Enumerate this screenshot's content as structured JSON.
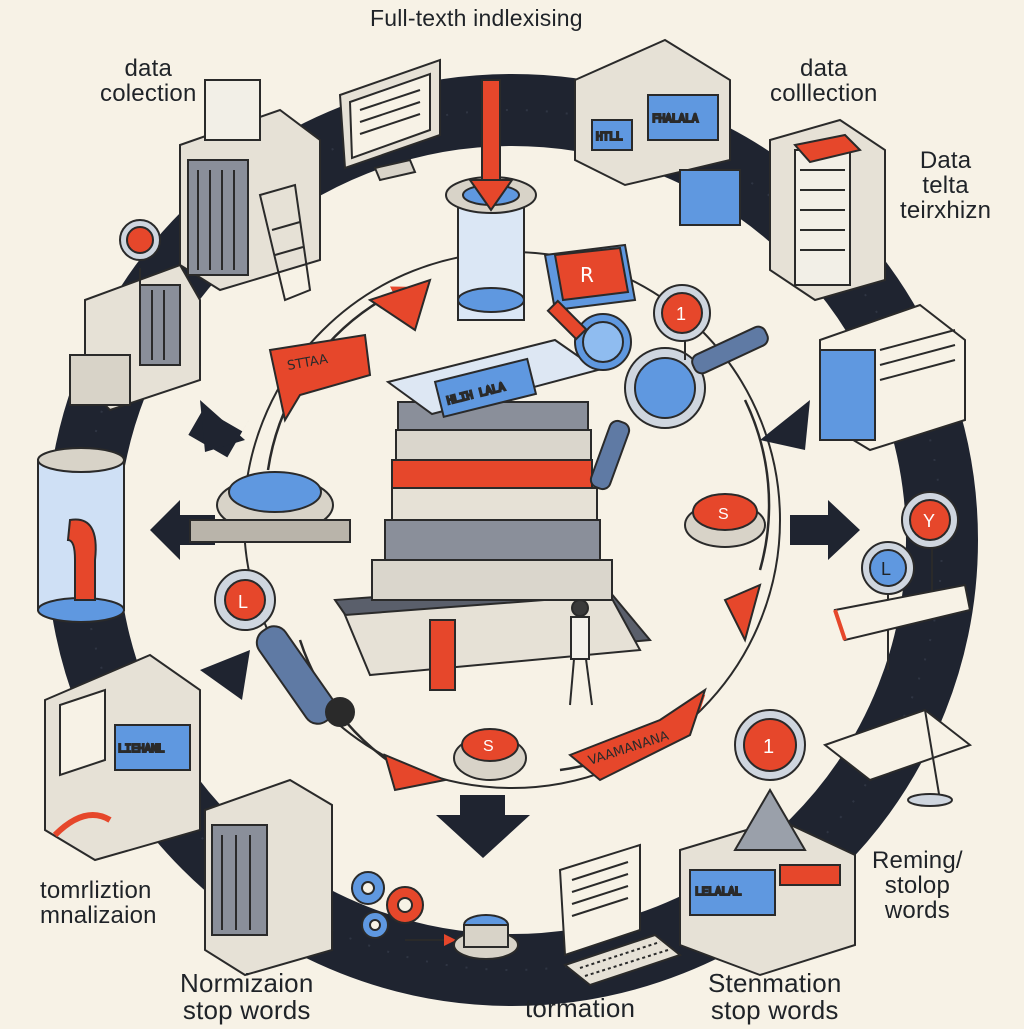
{
  "title": "Full-texth indlexising",
  "labels": {
    "data_collection_left": "data\ncolection",
    "data_collection_right": "data\ncolllection",
    "data_telta": "Data\ntelta\nteirxhizn",
    "tomrliztion": "tomrliztion\nmnalizaion",
    "reming": "Reming/\nstolop\nwords",
    "normizaion": "Normizaion\nstop words",
    "tormation": "tormation",
    "stenmation": "Stenmation\nstop words"
  },
  "ribbons": {
    "left": "STTAA",
    "bottom": "VAAMANANA"
  },
  "badges": {
    "top_card": "R",
    "top_right": "1",
    "right_top": "Y",
    "right_mid": "L",
    "bottom_right": "1",
    "mid_right_button": "S",
    "bottom_button": "S",
    "left_magnifier": "L"
  },
  "micro_text": {
    "center_book": "HLIH LALA",
    "top_server": "FHALALA",
    "top_server_left": "HTLL",
    "bottom_left_terminal": "LIEHANL",
    "bottom_right_terminal": "LELALAL"
  },
  "colors": {
    "ring": "#1f2430",
    "accent_red": "#e6472b",
    "accent_blue": "#5f98e0",
    "paper": "#f7f2e6",
    "machine": "#e6e1d6",
    "outline": "#2a2a2a"
  },
  "icons": [
    "server-icon",
    "monitor-icon",
    "books-icon",
    "magnifier-icon",
    "gears-icon",
    "cylinder-icon",
    "keyboard-icon",
    "signpost-icon",
    "arrow-icon"
  ]
}
